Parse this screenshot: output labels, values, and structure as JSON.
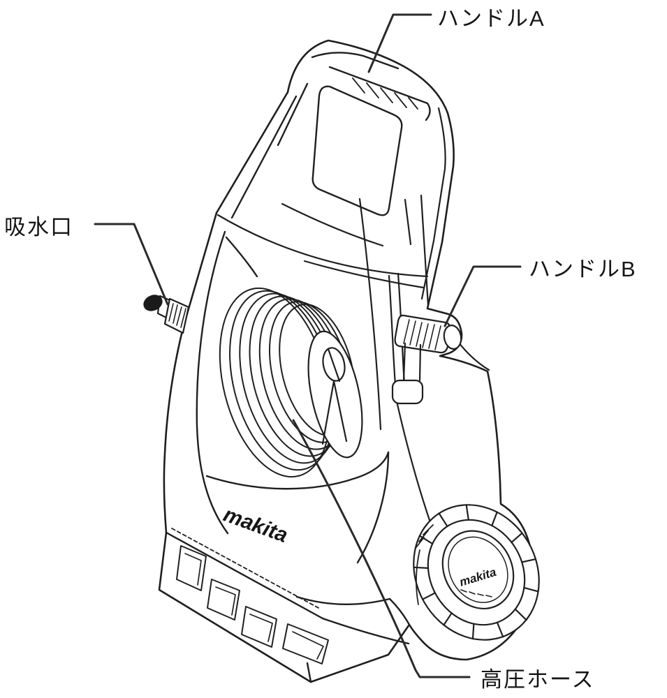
{
  "diagram": {
    "type": "parts-identification line drawing of a high-pressure washer",
    "brand": "makita",
    "colors": {
      "line": "#1f1f1f",
      "background": "#ffffff",
      "text": "#151515"
    },
    "labels": {
      "handle_a": "ハンドルA",
      "water_inlet": "吸水口",
      "handle_b": "ハンドルB",
      "high_pressure_hose": "高圧ホース"
    }
  }
}
